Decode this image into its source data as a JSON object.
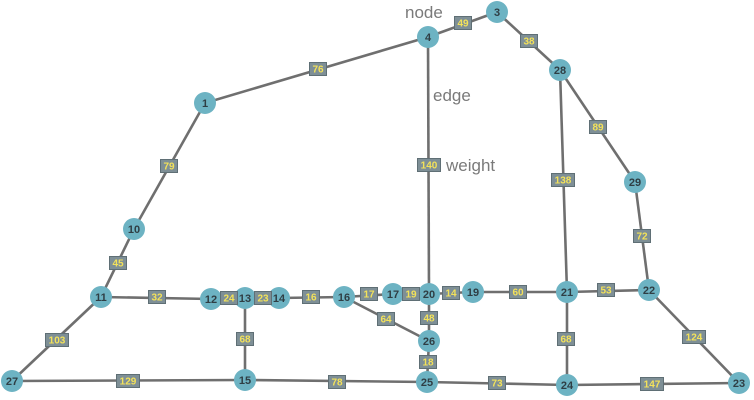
{
  "annotations": {
    "node": "node",
    "edge": "edge",
    "weight": "weight"
  },
  "colors": {
    "node_fill": "#6db3c3",
    "edge": "#6f6f6f",
    "weight_box": "#7e8f96",
    "weight_text": "#f3e25a"
  },
  "nodes": [
    "1",
    "3",
    "4",
    "10",
    "11",
    "12",
    "13",
    "14",
    "15",
    "16",
    "17",
    "19",
    "20",
    "21",
    "22",
    "23",
    "24",
    "25",
    "26",
    "27",
    "28",
    "29"
  ],
  "edges": [
    {
      "from": "4",
      "to": "3",
      "weight": "49"
    },
    {
      "from": "3",
      "to": "28",
      "weight": "38"
    },
    {
      "from": "4",
      "to": "1",
      "weight": "76"
    },
    {
      "from": "4",
      "to": "20",
      "weight": "140"
    },
    {
      "from": "28",
      "to": "29",
      "weight": "89"
    },
    {
      "from": "28",
      "to": "21",
      "weight": "138"
    },
    {
      "from": "29",
      "to": "22",
      "weight": "72"
    },
    {
      "from": "1",
      "to": "10",
      "weight": "79"
    },
    {
      "from": "10",
      "to": "11",
      "weight": "45"
    },
    {
      "from": "11",
      "to": "12",
      "weight": "32"
    },
    {
      "from": "12",
      "to": "13",
      "weight": "24"
    },
    {
      "from": "13",
      "to": "14",
      "weight": "23"
    },
    {
      "from": "14",
      "to": "16",
      "weight": "16"
    },
    {
      "from": "16",
      "to": "17",
      "weight": "17"
    },
    {
      "from": "17",
      "to": "20",
      "weight": "19"
    },
    {
      "from": "20",
      "to": "19",
      "weight": "14"
    },
    {
      "from": "19",
      "to": "21",
      "weight": "60"
    },
    {
      "from": "21",
      "to": "22",
      "weight": "53"
    },
    {
      "from": "16",
      "to": "26",
      "weight": "64"
    },
    {
      "from": "20",
      "to": "26",
      "weight": "48"
    },
    {
      "from": "26",
      "to": "25",
      "weight": "18"
    },
    {
      "from": "13",
      "to": "15",
      "weight": "68"
    },
    {
      "from": "11",
      "to": "27",
      "weight": "103"
    },
    {
      "from": "27",
      "to": "15",
      "weight": "129"
    },
    {
      "from": "15",
      "to": "25",
      "weight": "78"
    },
    {
      "from": "25",
      "to": "24",
      "weight": "73"
    },
    {
      "from": "24",
      "to": "23",
      "weight": "147"
    },
    {
      "from": "21",
      "to": "24",
      "weight": "68"
    },
    {
      "from": "22",
      "to": "23",
      "weight": "124"
    }
  ]
}
